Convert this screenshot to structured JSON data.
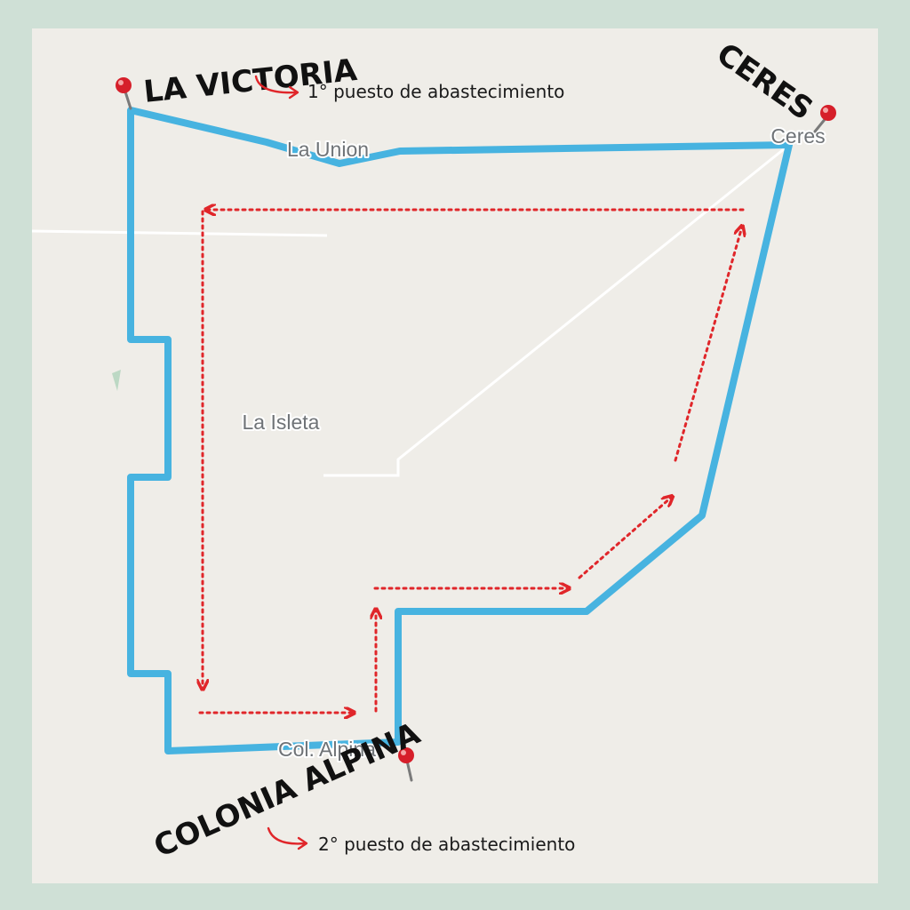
{
  "map": {
    "place_labels": {
      "la_union": "La Union",
      "ceres": "Ceres",
      "la_isleta": "La Isleta",
      "col_alpina": "Col. Alpina"
    },
    "markers": {
      "la_victoria": {
        "name": "LA VICTORIA",
        "icon": "map-pin-icon"
      },
      "ceres": {
        "name": "CERES",
        "icon": "map-pin-icon"
      },
      "colonia_alpina": {
        "name": "COLONIA ALPINA",
        "icon": "map-pin-icon"
      }
    },
    "annotations": {
      "first_supply": "1° puesto de abastecimiento",
      "second_supply": "2° puesto de abastecimiento"
    },
    "colors": {
      "route": "#47b3e0",
      "direction_arrows": "#e0262a",
      "pin": "#d61f2a",
      "background": "#efede8",
      "border": "#cfe0d6"
    }
  }
}
